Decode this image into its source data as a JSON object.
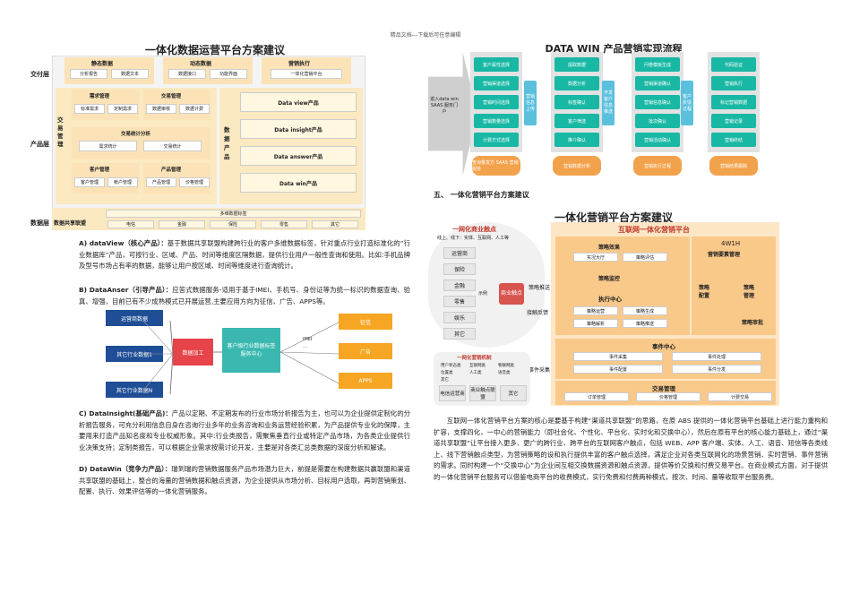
{
  "header": "精品文档---下载后可任意编辑",
  "left_title": "一体化数据运营平台方案建议",
  "layers": {
    "delivery": "交付层",
    "product": "产品层",
    "data": "数据层"
  },
  "delivery": {
    "cols": [
      {
        "title": "静态数据",
        "items": [
          "分析报告",
          "数据文本"
        ]
      },
      {
        "title": "动态数据",
        "items": [
          "数据接口",
          "功能界面"
        ]
      },
      {
        "title": "营销执行",
        "items": [
          "一体化营销平台"
        ]
      }
    ]
  },
  "product": {
    "trade_mgmt": "交易管理",
    "data_products": "数据产品",
    "demand": {
      "title": "需求管理",
      "items": [
        "标准需求",
        "定制需求"
      ]
    },
    "trade": {
      "title": "交易管理",
      "items": [
        "数据审核",
        "数据计费"
      ]
    },
    "stats": {
      "title": "交易统计分析",
      "items": [
        "需求统计",
        "交易统计"
      ]
    },
    "customer": {
      "title": "客户管理",
      "items": [
        "客户管理",
        "帐户管理"
      ]
    },
    "prodmgmt": {
      "title": "产品管理",
      "items": [
        "产品管理",
        "价格管理"
      ]
    },
    "products": [
      "Data view产品",
      "Data insight产品",
      "Data answer产品",
      "Data win产品"
    ]
  },
  "datalayer": {
    "label": "数据共享联盟",
    "top": "多维数据标签",
    "items": [
      "电信",
      "金融",
      "保险",
      "零售",
      "其它"
    ]
  },
  "descA_title": "A)  dataView（核心产品）：",
  "descA": "基于数据共享联盟构建跨行业的客户多维数据标签，针对重点行业打造标准化的“行业数据库”产品，可按行业、区域、产品、时间等维度区隔数据，提供行业用户一般性查询和使用。比如:手机品牌及型号市场占有率的数据，能够让用户按区域、时间等维度进行查询统计。",
  "descB_title": "B)  DataAnser（引导产品）：",
  "descB": "应答式数据服务-适用于基于IMEI、手机号、身份证等为统一标识的数据查询、验真、增强，目前已有不少成熟模式已开展运营,主要应用方向为征信、广告、APPS等。",
  "flow": {
    "src": [
      "运营商数据",
      "其它行业数据1",
      "其它行业数据N"
    ],
    "proc": "数据加工",
    "service": "客户级行业数据标签服务中心",
    "imei": "IMEI",
    "dots": "…",
    "out": [
      "征信",
      "广告",
      "APPS"
    ]
  },
  "descC_title": "C)  DataInsight(基础产品)：",
  "descC": "产品以定期、不定期发布的行业市场分析报告为主，也可以为企业提供定制化的分析报告服务，可充分利用信息自身在咨询行业多年的业务咨询和业务运营经验积累，为产品提供专业化的保障，主要用来打造产品知名度和专业权威形象。其中:行业类报告，需聚焦垂直行业或特定产品市场，为各类企业提供行业决策支持；定制类报告，可以根据企业需求按需讨论开发，主要是对各类汇总类数据的深度分析和解读。",
  "descD_title": "D)      DataWin（竞争力产品）：",
  "descD": "瑞到瑞的营销数据服务产品市场潜力巨大，前提是需要在构建数据共赢联盟和渠道共享联盟的基础上，整合的海量的营销数据和触点资源，为企业提供从市场分析、目标用户选取，再到营销策划、配置、执行、效果评估等的一体化营销服务。",
  "right_title": "DATA WIN 产品营销实现流程",
  "win": {
    "entry": "进入data win SAAS 服务门户",
    "col1": [
      "客户属性选择",
      "营销渠道选择",
      "营销时间选择",
      "营销数量选择",
      "计费方式选择"
    ],
    "col1b": "查询量发方 SAAS 营销服务",
    "mid1": "营销信息上传",
    "col2": [
      "提取数据",
      "数据分析",
      "标签确认",
      "客户筛选",
      "推介确认"
    ],
    "col2b": "营销数据分析",
    "mid2": "开发客户信息推送",
    "col3": [
      "问卷模板生成",
      "营销渠道确认",
      "营销信息确认",
      "批次确认",
      "营销活动确认"
    ],
    "col3b": "营销执行过程",
    "mid3": "客户反馈过程",
    "col4": [
      "代码验证",
      "营销执行",
      "标记营销数据",
      "营销记录",
      "营销终结"
    ],
    "col4b": "营销结果跟踪"
  },
  "sec5": "五、    一体化营销平台方案建议",
  "mkt_title": "一体化营销平台方案建议",
  "mkt": {
    "left_title": "一网化商业触点",
    "left_sub": "线上、线下：实体、互联网、人工等",
    "touch": [
      "运营商",
      "保险",
      "金融",
      "零售",
      "娱乐",
      "其它"
    ],
    "example": "示例",
    "business": "商业触点",
    "push": "策略推送",
    "feedback": "接触反馈",
    "event_collect": "事件采集",
    "bottom_title": "一网化营销机制",
    "bottom_items": [
      "用户状态类",
      "互联网类",
      "物联网类",
      "位置类",
      "人工类",
      "语音类",
      "其它"
    ],
    "bottom_boxes": [
      "电信运营商",
      "商业触点联盟",
      "其它"
    ],
    "right_title": "互联网一体化营销平台",
    "strategy": "策略效果",
    "s_items": [
      "实况大厅",
      "策略评估"
    ],
    "monitor": "策略监控",
    "exec": "执行中心",
    "e_items": [
      "策略运营",
      "策略生成",
      "策略解析",
      "策略推送"
    ],
    "w4h": "4W1H",
    "w4h_sub": "营销要素管理",
    "cfg": "策略配置",
    "mgmt": "策略管理",
    "audit": "策略审批",
    "event": "事件中心",
    "ev_items": [
      "事件采集",
      "事件处理",
      "事件配置",
      "事件分发"
    ],
    "tx": "交易管理",
    "tx_items": [
      "订单管理",
      "价格管理",
      "计费交易"
    ]
  },
  "right_para": "互联网一体化营销平台方案的核心是要基于构建“渠道共享联盟”的思路，在原 ABS 提供的一体化营销平台基础上进行能力重构和扩容，支撑四化，一中心的营销能力（即社会化、个性化、平台化、实时化和交换中心），然后在原有平台的核心能力基础上，通过“渠道共享联盟”让平台接入更多、更广的跨行业、跨平台的互联网客户触点，包括 WEB、APP 客户端、实体、人工、语音、短信等各类线上、线下营销触点类型，为营销策略的设和执行提供丰富的客户触点选择，满足企业对各类互联网化的场景营销、实时营销、事件营销的需求。同时构建一个“交换中心”为企业间互相交换数据资源和触点资源，提供等价交换和付费交易平台。在商业模式方面，对于提供的一体化营销平台服务可以借鉴电商平台的收费模式，实行免费和付费两种模式，按次、时间、量等收取平台服务费。"
}
